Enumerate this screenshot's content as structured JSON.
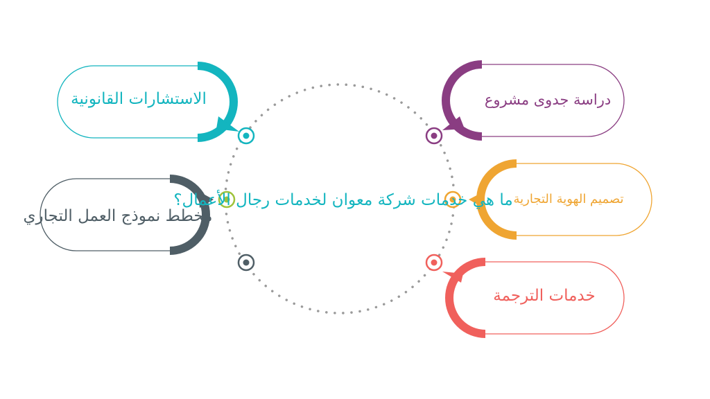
{
  "center": {
    "title": "ما هي خدمات شركة معوان لخدمات رجال الأعمال؟",
    "color": "#13b5bf"
  },
  "nodes": [
    {
      "id": "legal",
      "label": "الاستشارات القانونية",
      "color": "#13b5bf"
    },
    {
      "id": "bmc",
      "label": "مخطط نموذج العمل التجاري",
      "color": "#4f5e66"
    },
    {
      "id": "feasibility",
      "label": "دراسة جدوى مشروع",
      "color": "#8a3d82"
    },
    {
      "id": "branding",
      "label": "تصميم الهوية التجارية",
      "color": "#efa532"
    },
    {
      "id": "translation",
      "label": "خدمات الترجمة",
      "color": "#f0605c"
    }
  ],
  "connector_colors": {
    "legal": "#13b5bf",
    "bmc": "#9fc33b",
    "feasibility": "#8a3d82",
    "branding": "#efa532",
    "translation": "#f0605c",
    "extra": "#4f5e66"
  },
  "ring_color": "#9a9a9a"
}
